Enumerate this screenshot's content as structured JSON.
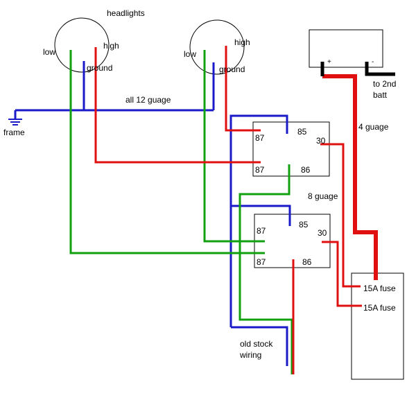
{
  "labels": {
    "headlights": "headlights",
    "left_low": "low",
    "left_high": "high",
    "left_ground": "ground",
    "right_low": "low",
    "right_high": "high",
    "right_ground": "ground",
    "all_12_gauge": "all 12 guage",
    "frame": "frame",
    "battery_plus": "+",
    "battery_minus": "-",
    "to_2nd_batt_line1": "to 2nd",
    "to_2nd_batt_line2": "batt",
    "four_gauge": "4 guage",
    "eight_gauge": "8 guage",
    "old_stock_line1": "old stock",
    "old_stock_line2": "wiring",
    "fuse_1": "15A fuse",
    "fuse_2": "15A fuse"
  },
  "relay_top": {
    "pin_85": "85",
    "pin_30": "30",
    "pin_87_top": "87",
    "pin_87_bottom": "87",
    "pin_86": "86"
  },
  "relay_bottom": {
    "pin_85": "85",
    "pin_30": "30",
    "pin_87_top": "87",
    "pin_87_bottom": "87",
    "pin_86": "86"
  },
  "wire_colors": {
    "ground": "#1a1ac8",
    "high": "#e01010",
    "low": "#10a010",
    "power": "#e01010",
    "battery_neg": "#000000"
  }
}
